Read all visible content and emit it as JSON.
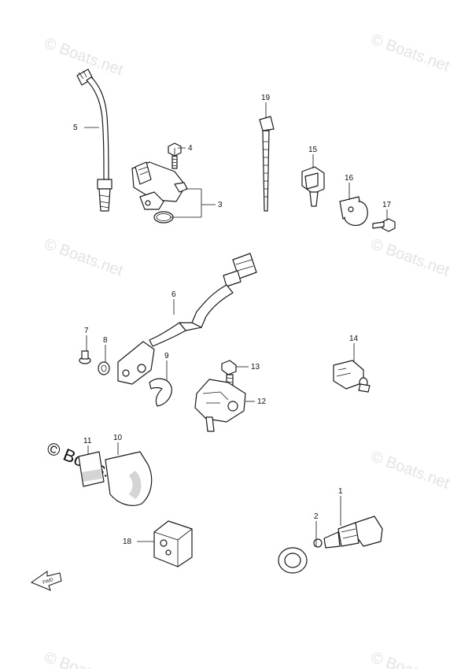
{
  "watermark": {
    "text": "© Boats.net",
    "color": "#e0e0e0",
    "prominent_color": "#111111"
  },
  "callouts": [
    {
      "id": "c1",
      "label": "1"
    },
    {
      "id": "c2",
      "label": "2"
    },
    {
      "id": "c3",
      "label": "3"
    },
    {
      "id": "c4",
      "label": "4"
    },
    {
      "id": "c5",
      "label": "5"
    },
    {
      "id": "c6",
      "label": "6"
    },
    {
      "id": "c7",
      "label": "7"
    },
    {
      "id": "c8",
      "label": "8"
    },
    {
      "id": "c9",
      "label": "9"
    },
    {
      "id": "c10",
      "label": "10"
    },
    {
      "id": "c11",
      "label": "11"
    },
    {
      "id": "c12",
      "label": "12"
    },
    {
      "id": "c13",
      "label": "13"
    },
    {
      "id": "c14",
      "label": "14"
    },
    {
      "id": "c15",
      "label": "15"
    },
    {
      "id": "c16",
      "label": "16"
    },
    {
      "id": "c17",
      "label": "17"
    },
    {
      "id": "c18",
      "label": "18"
    },
    {
      "id": "c19",
      "label": "19"
    }
  ],
  "fwd_marker": {
    "label": "FWD"
  }
}
